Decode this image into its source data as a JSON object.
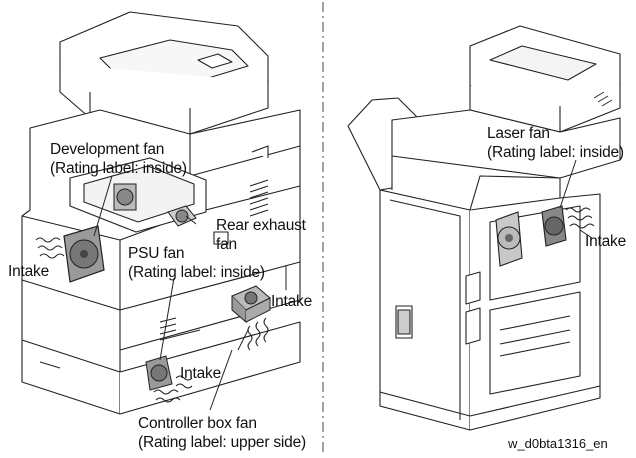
{
  "labels": {
    "development_fan": {
      "name": "Development fan",
      "note": "(Rating label: inside)"
    },
    "rear_exhaust_fan": {
      "line1": "Rear exhaust",
      "line2": "fan"
    },
    "psu_fan": {
      "name": "PSU fan",
      "note": "(Rating label: inside)"
    },
    "controller_box_fan": {
      "name": "Controller box fan",
      "note": "(Rating label: upper side)"
    },
    "laser_fan": {
      "name": "Laser fan",
      "note": "(Rating label: inside)"
    },
    "intake_left": "Intake",
    "intake_center": "Intake",
    "intake_bottom": "Intake",
    "intake_right": "Intake"
  },
  "figure_id": "w_d0bta1316_en",
  "colors": {
    "line": "#222222",
    "fan_fill": "#8a8a8a",
    "fan_light": "#c8c8c8",
    "body": "#ffffff"
  }
}
